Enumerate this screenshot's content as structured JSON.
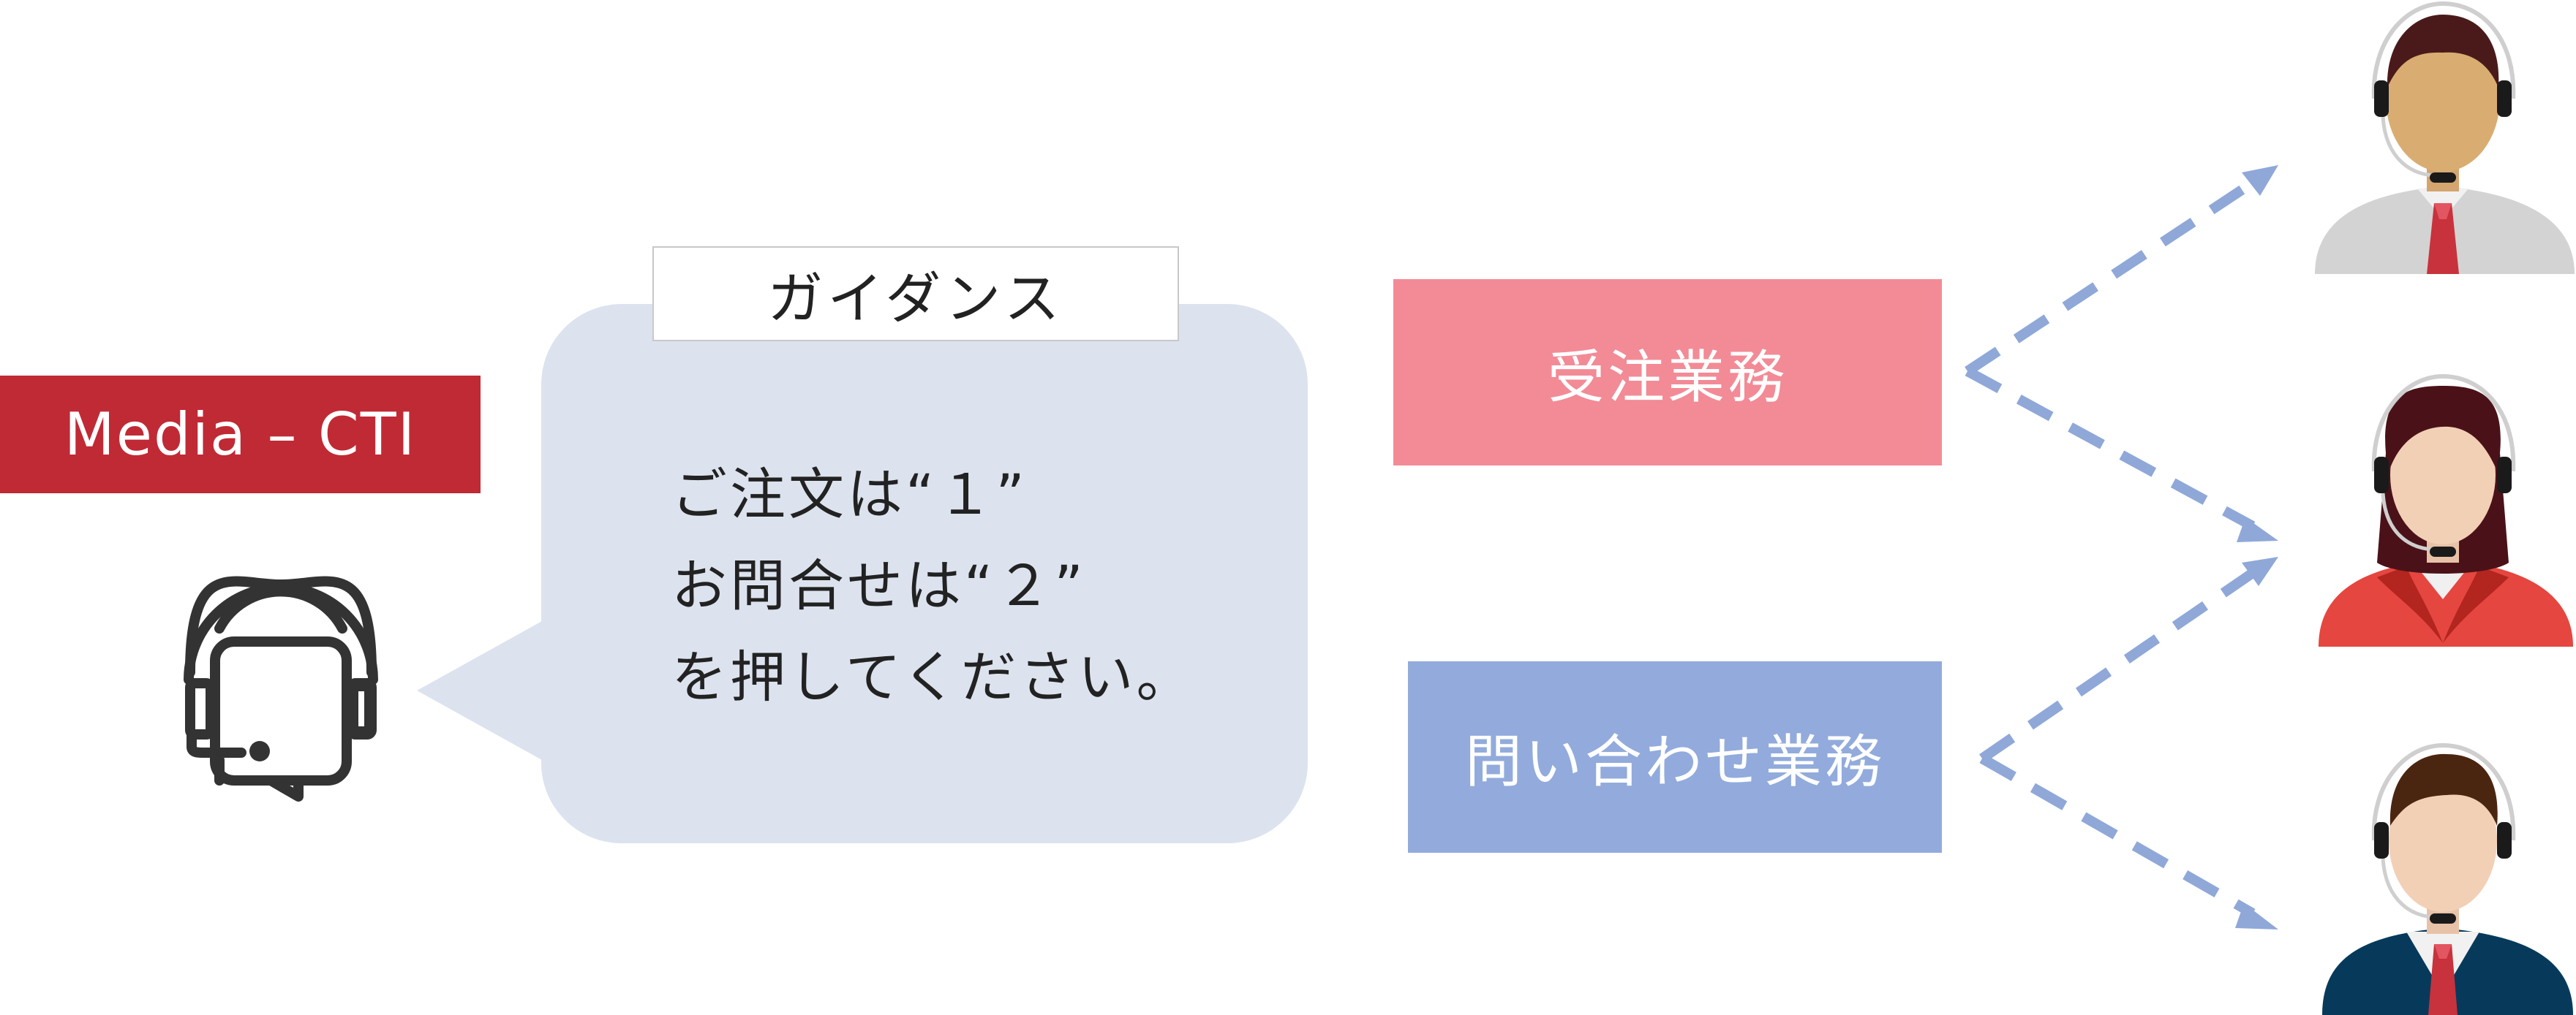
{
  "cti_label": "Media – CTI",
  "guidance": {
    "title": "ガイダンス",
    "lines": [
      "ご注文は“１”",
      "お問合せは“２”",
      "を押してください。"
    ]
  },
  "business": {
    "order": "受注業務",
    "inquiry": "問い合わせ業務"
  },
  "colors": {
    "cti_red": "#c02a35",
    "order_pink": "#f28b96",
    "inquiry_blue": "#92abdc",
    "bubble": "#dce3ee",
    "arrow": "#8fa8d8"
  },
  "icons": {
    "headset": "headset-chat-icon",
    "agent_top": "male-operator-icon",
    "agent_middle": "female-operator-icon",
    "agent_bottom": "male-operator-suit-icon"
  }
}
